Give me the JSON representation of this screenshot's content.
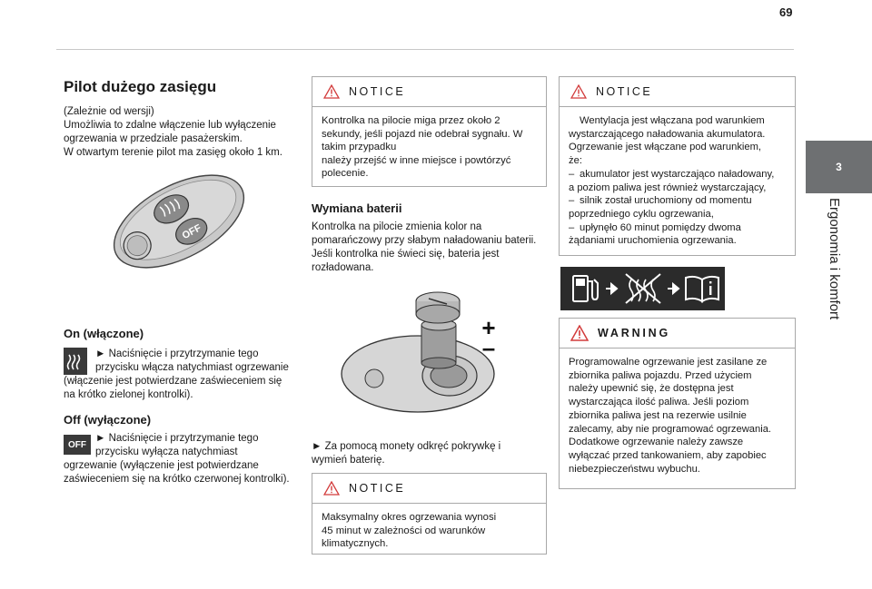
{
  "page": {
    "number": "69",
    "chapter_number": "3",
    "chapter_title": "Ergonomia i komfort"
  },
  "remote": {
    "title": "Pilot dużego zasięgu",
    "intro": [
      "(Zależnie od wersji)",
      "Umożliwia to zdalne włączenie lub wyłączenie",
      "ogrzewania w przedziale pasażerskim.",
      "W otwartym terenie pilot ma zasięg około 1 km."
    ],
    "off_button_text": "OFF"
  },
  "on_section": {
    "heading": "On (włączone)",
    "line1": "► Naciśnięcie i przytrzymanie tego",
    "line2": "przycisku włącza natychmiast ogrzewanie",
    "line3": "(włączenie jest potwierdzane zaświeceniem się",
    "line4": "na krótko zielonej kontrolki)."
  },
  "off_section": {
    "heading": "Off (wyłączone)",
    "icon_text": "OFF",
    "line1": "► Naciśnięcie i przytrzymanie tego",
    "line2": "przycisku wyłącza natychmiast",
    "line3": "ogrzewanie (wyłączenie jest potwierdzane",
    "line4": "zaświeceniem się na krótko czerwonej kontrolki)."
  },
  "notice1": {
    "label": "NOTICE",
    "lines": [
      "Kontrolka na pilocie miga przez około 2",
      "sekundy, jeśli pojazd nie odebrał sygnału. W",
      "takim przypadku",
      "należy przejść w inne miejsce i powtórzyć",
      "polecenie."
    ]
  },
  "battery": {
    "heading": "Wymiana baterii",
    "lines": [
      "Kontrolka na pilocie zmienia kolor na",
      "pomarańczowy przy słabym naładowaniu baterii.",
      "Jeśli kontrolka nie świeci się, bateria jest",
      "rozładowana."
    ],
    "plus": "+",
    "minus": "–",
    "step_line1": "► Za pomocą monety odkręć pokrywkę i",
    "step_line2": "wymień baterię."
  },
  "notice2": {
    "label": "NOTICE",
    "lines": [
      "Maksymalny okres ogrzewania wynosi",
      "45 minut w zależności od warunków",
      "klimatycznych."
    ]
  },
  "notice3": {
    "label": "NOTICE",
    "lines": [
      {
        "dash": "",
        "text": "Wentylacja jest włączana pod warunkiem"
      },
      {
        "dash": "",
        "text": "wystarczającego naładowania akumulatora."
      },
      {
        "dash": "",
        "text": "Ogrzewanie jest włączane pod warunkiem,"
      },
      {
        "dash": "",
        "text": "że:"
      },
      {
        "dash": "–",
        "text": "akumulator jest wystarczająco naładowany,"
      },
      {
        "dash": "",
        "text": "a poziom paliwa jest również wystarczający,"
      },
      {
        "dash": "–",
        "text": "silnik został uruchomiony od momentu"
      },
      {
        "dash": "",
        "text": "poprzedniego cyklu ogrzewania,"
      },
      {
        "dash": "–",
        "text": "upłynęło 60 minut pomiędzy dwoma"
      },
      {
        "dash": "",
        "text": "żądaniami uruchomienia ogrzewania."
      }
    ]
  },
  "warning": {
    "label": "WARNING",
    "lines": [
      "Programowalne ogrzewanie jest zasilane ze",
      "zbiornika paliwa pojazdu. Przed użyciem",
      "należy upewnić się, że dostępna jest",
      "wystarczająca ilość paliwa. Jeśli poziom",
      "zbiornika paliwa jest na rezerwie usilnie",
      "zalecamy, aby nie programować ogrzewania.",
      "Dodatkowe ogrzewanie należy zawsze",
      "wyłączać przed tankowaniem, aby zapobiec",
      "niebezpieczeństwu wybuchu."
    ]
  },
  "colors": {
    "chapter_tab": "#6e7072",
    "box_border": "#a8a8a8",
    "icon_bar": "#2b2b2b",
    "warning_red": "#d23b3b"
  }
}
